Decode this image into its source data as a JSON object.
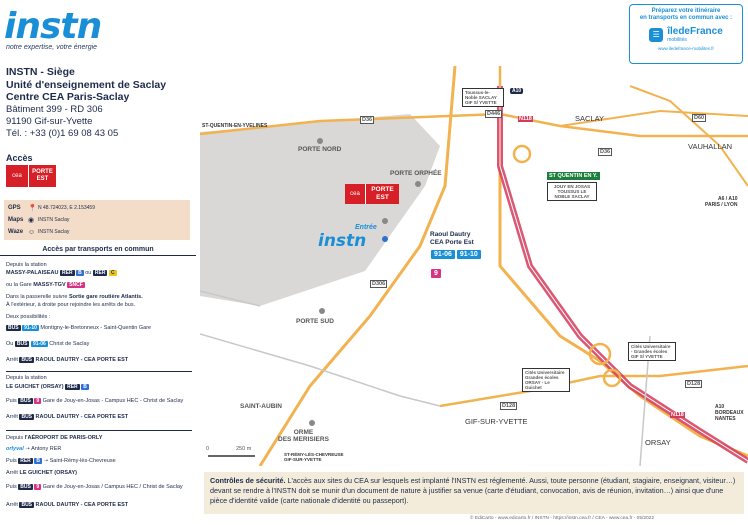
{
  "brand": {
    "logo": "instn",
    "tagline": "notre expertise, votre énergie"
  },
  "address": {
    "line1": "INSTN - Siège",
    "line2": "Unité d'enseignement de Saclay",
    "line3": "Centre CEA Paris-Saclay",
    "line4": "Bâtiment 399 - RD 306",
    "line5": "91190 Gif-sur-Yvette",
    "line6": "Tél. : +33 (0)1 69 08 43 05"
  },
  "acces": {
    "title": "Accès",
    "badge_left": "cea",
    "badge_right_1": "PORTE",
    "badge_right_2": "EST"
  },
  "gps": [
    {
      "key": "GPS",
      "icon": "pin-icon",
      "value": "N 48.724023, E 2.153459"
    },
    {
      "key": "Maps",
      "icon": "maps-icon",
      "value": "INSTN Saclay"
    },
    {
      "key": "Waze",
      "icon": "waze-icon",
      "value": "INSTN Saclay"
    }
  ],
  "transport": {
    "title": "Accès par transports en commun",
    "s1_label": "Depuis la station",
    "s1_station": "MASSY-PALAISEAU",
    "s1_or": "ou",
    "s1_b": "B",
    "s1_c": "C",
    "s2_label": "ou la Gare",
    "s2_station": "MASSY-TGV",
    "s3": "Dans la passerelle suivre",
    "s3_bold": "Sortie gare routière Atlantis.",
    "s4": "À l'extérieur, à droite pour rejoindre les arrêts de bus.",
    "s5": "Deux possibilités :",
    "bus1": "91-10",
    "bus1_dest": "Montigny-le-Bretonneux - Saint-Quentin Gare",
    "ou": "Ou",
    "bus2": "91-06",
    "bus2_dest": "Christ de Saclay",
    "arret_label": "Arrêt",
    "arret": "RAOUL DAUTRY - CEA PORTE EST",
    "s6_label": "Depuis la station",
    "s6_station": "LE GUICHET (ORSAY)",
    "puis": "Puis",
    "bus3": "9",
    "bus3_dest": "Gare de Jouy-en-Josas - Campus HEC - Christ de Saclay",
    "arret2": "RAOUL DAUTRY - CEA PORTE EST",
    "s7_label": "Depuis",
    "s7_bold": "l'AÉROPORT DE PARIS-ORLY",
    "orlyval": "orlyval",
    "orlyval_dest": "Antony RER",
    "b_dest": "Saint-Rémy-lès-Chevreuse",
    "arret3": "LE GUICHET (ORSAY)",
    "bus4_dest": "Gare de Jouy-en-Josas / Campus HEC / Christ de Saclay",
    "arret4": "RAOUL DAUTRY - CEA PORTE EST"
  },
  "idf": {
    "prep1": "Préparez votre itinéraire",
    "prep2": "en transports en commun avec :",
    "logo": "îledeFrance",
    "logo_sub": "mobilités",
    "url": "www.iledefrance-mobilites.fr"
  },
  "map": {
    "saclay": "SACLAY",
    "vauhallan": "VAUHALLAN",
    "orsay": "ORSAY",
    "gif": "GIF-SUR-YVETTE",
    "saint_aubin": "SAINT-AUBIN",
    "orme": "ORME\nDES MERISIERS",
    "porte_nord": "PORTE NORD",
    "porte_orphee": "PORTE ORPHÉE",
    "porte_sud": "PORTE SUD",
    "porte_est_1": "PORTE",
    "porte_est_2": "EST",
    "entree": "Entrée",
    "instn": "instn",
    "raoul1": "Raoul Dautry",
    "raoul2": "CEA Porte Est",
    "bus_a": "91-06",
    "bus_b": "91-10",
    "bus_c": "9",
    "d36": "D36",
    "d446": "D446",
    "n118": "N118",
    "d306": "D306",
    "d128": "D128",
    "d60": "D60",
    "a10": "A10",
    "a6_a10": "A6 / A10",
    "paris_lyon": "PARIS / LYON",
    "a10_bordeaux": "A10",
    "bordeaux": "BORDEAUX NANTES",
    "stq": "ST-QUENTIN-EN-YVELINES",
    "stq_sign": "ST QUENTIN EN Y.",
    "jouy": "JOUY EN JOSAS TOUSSUS LE NOBLE SACLAY",
    "toussus": "Toussus-le-Noble SACLAY GIF S/ YVETTE",
    "univ1": "Cités Universitaire - Grandes écoles GIF S/ YVETTE",
    "univ2": "Cités Universitaire Grandes écoles ORSAY - Le Guichet",
    "st_remy": "ST-RÉMY-LÈS-CHEVREUSE GIF-SUR-YVETTE",
    "scale_0": "0",
    "scale_250": "250 m"
  },
  "security": {
    "bold": "Contrôles de sécurité.",
    "text": " L'accès aux sites du CEA sur lesquels est implanté l'INSTN est réglementé. Aussi, toute personne (étudiant, stagiaire, enseignant, visiteur…) devant se rendre à l'INSTN doit se munir d'un document de nature à justifier sa venue (carte d'étudiant, convocation, avis de réunion, invitation…) ainsi que d'une pièce d'identité valide (carte nationale d'identité ou passeport)."
  },
  "footer": "© EdiCarto - www.edicarto.fr / INSTN - https://instn.cea.fr / CEA - www.cea.fr - 05/2022"
}
